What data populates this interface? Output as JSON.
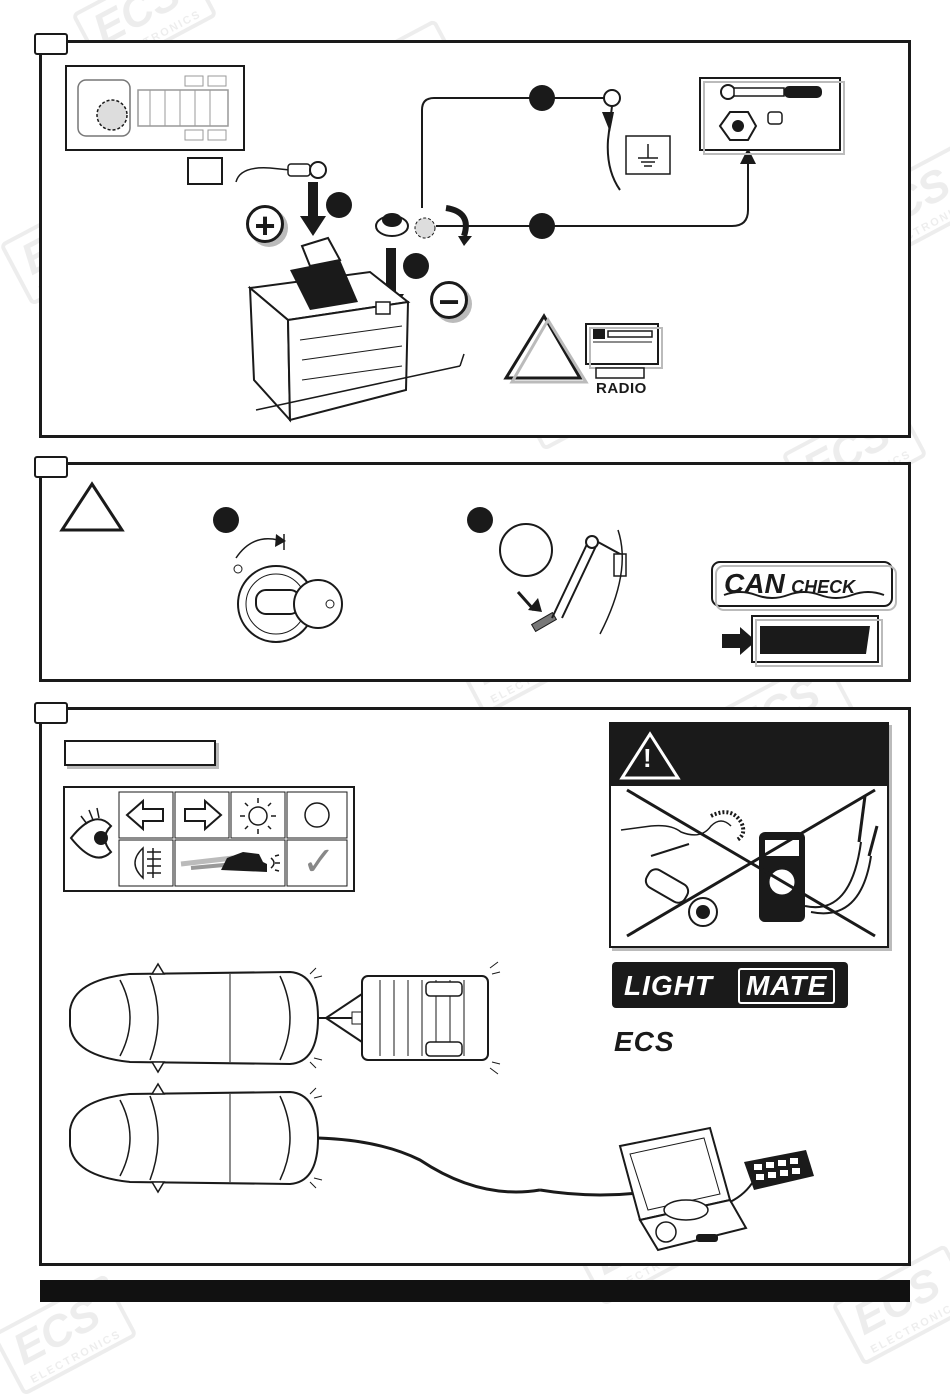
{
  "watermark": {
    "brand": "ECS",
    "subtitle": "ELECTRONICS"
  },
  "step1": {
    "plus_symbol": "+",
    "minus_symbol": "−",
    "radio_label": "RADIO"
  },
  "step2": {
    "can_check_can": "CAN",
    "can_check_check": "CHECK"
  },
  "step3": {
    "lightmate_light": "LIGHT",
    "lightmate_mate": "MATE",
    "ecs_logo": "ECS",
    "warning_mark": "!",
    "check_mark": "✓"
  },
  "colors": {
    "ink": "#1a1a1a",
    "shadow": "#bbbbbb",
    "watermark": "#e6e6e6",
    "cross": "#1a1a1a"
  },
  "icons": [
    "battery-icon",
    "ring-terminal-icon",
    "wrench-icon",
    "nut-icon",
    "ground-icon",
    "warning-triangle-icon",
    "car-radio-icon",
    "ignition-key-icon",
    "brake-pedal-icon",
    "eye-icon",
    "left-arrow-icon",
    "right-arrow-icon",
    "brake-light-icon",
    "fog-light-icon",
    "reverse-car-icon",
    "test-lamp-icon",
    "multimeter-icon",
    "test-case-icon"
  ]
}
